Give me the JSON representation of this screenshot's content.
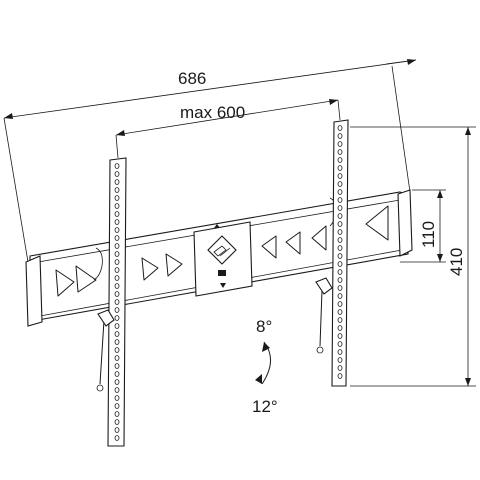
{
  "dimensions": {
    "overall_width": "686",
    "max_vesa_width": "max 600",
    "rail_height": "110",
    "overall_height": "410"
  },
  "tilt": {
    "up_angle": "8°",
    "down_angle": "12°"
  },
  "colors": {
    "line": "#1a1a1a",
    "background": "#ffffff"
  },
  "icons": {
    "center_logo": "diamond-logo-icon",
    "arrows": "chevron-arrow-icon"
  }
}
